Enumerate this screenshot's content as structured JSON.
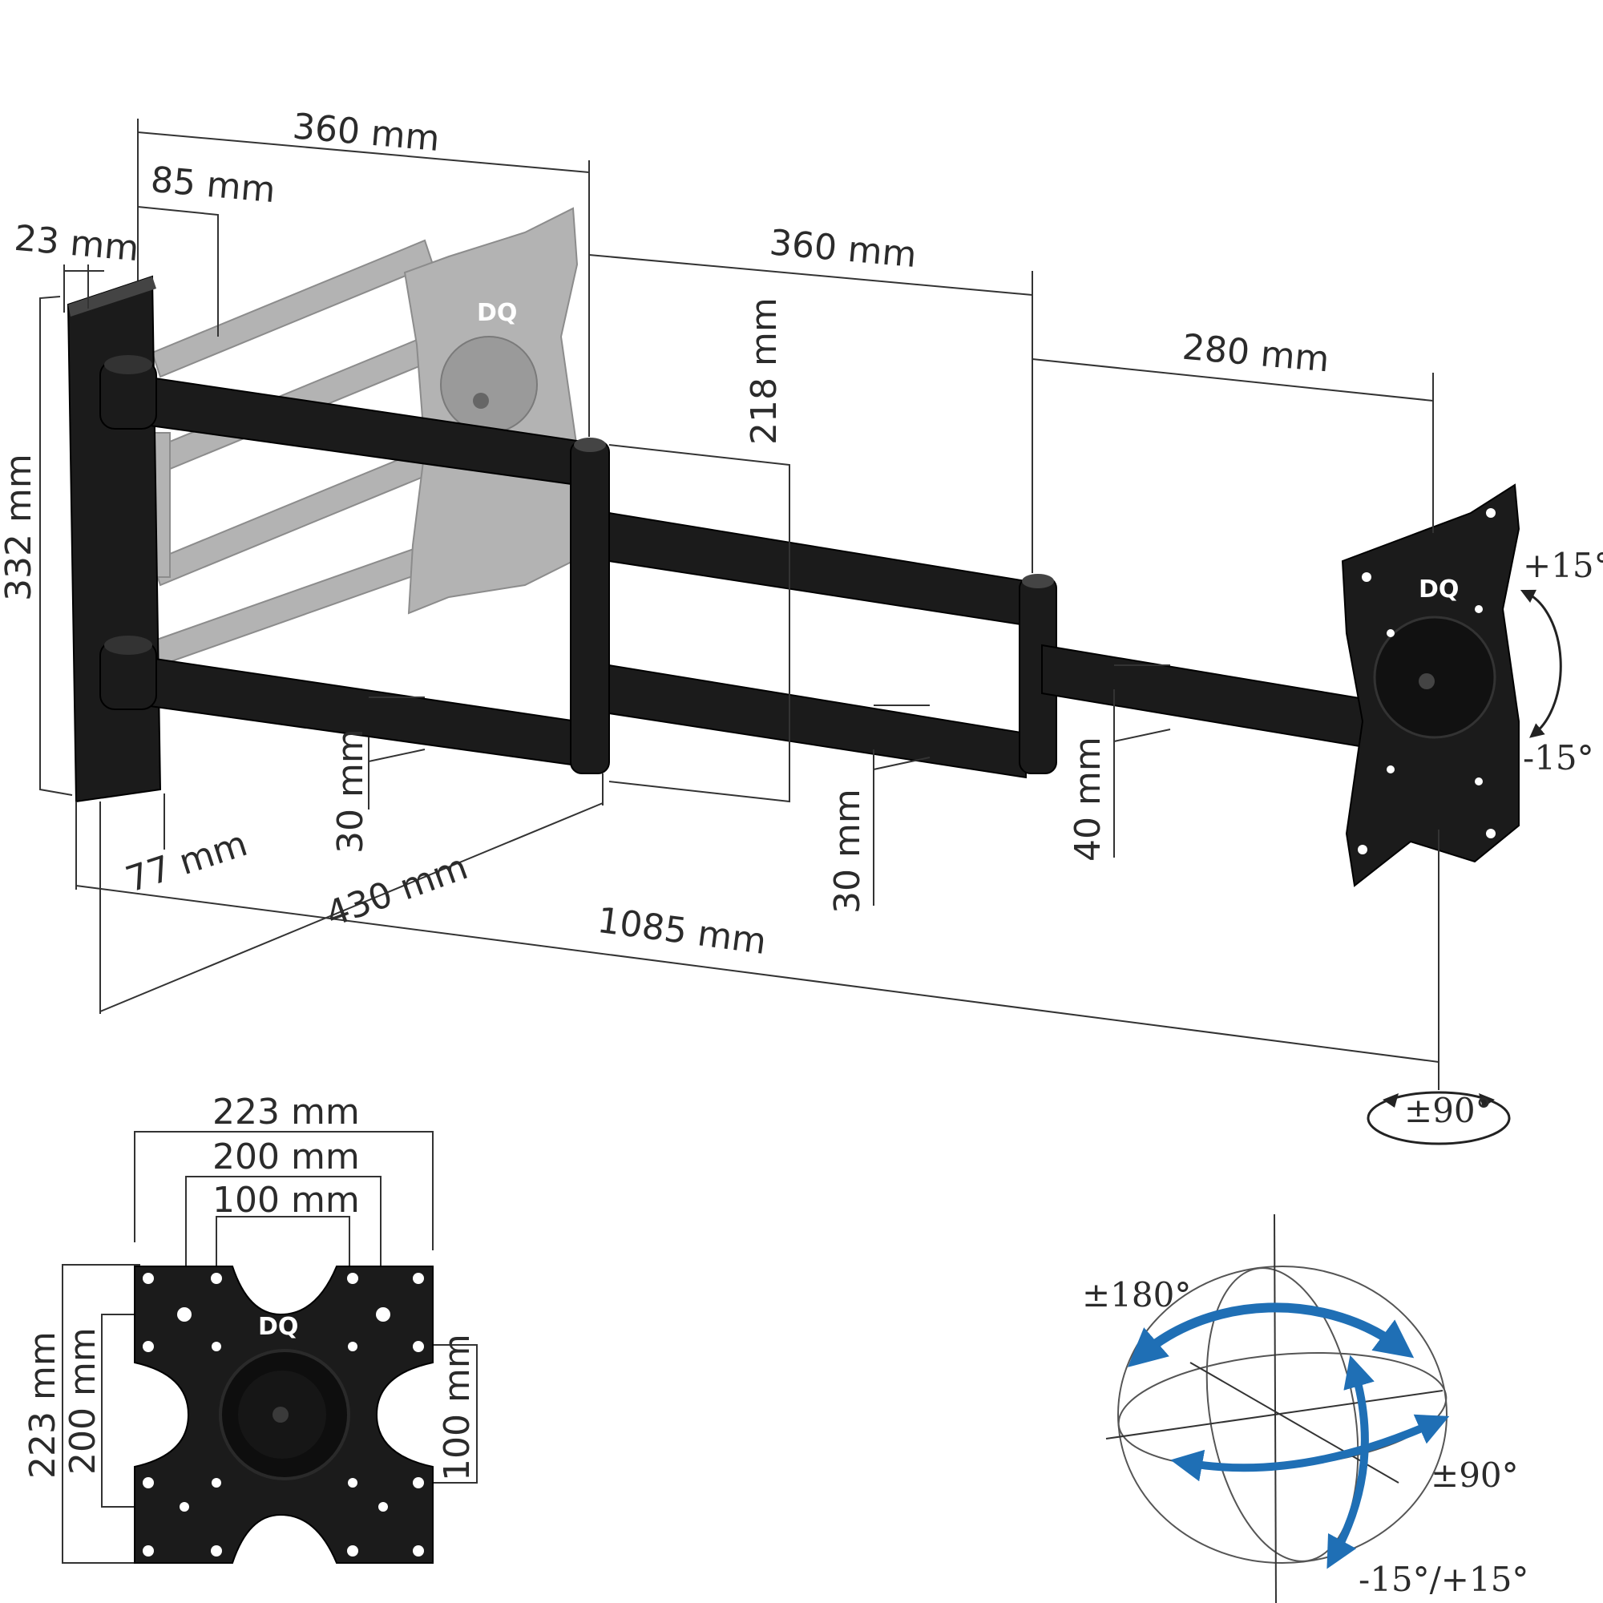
{
  "logo": {
    "brand": "DQ"
  },
  "dimensions": {
    "arm1_length": "360 mm",
    "arm2_length": "360 mm",
    "arm3_length": "280 mm",
    "bracket_offset": "85 mm",
    "plate_thickness": "23 mm",
    "plate_height": "332 mm",
    "plate_depth": "77 mm",
    "arm_spacing": "218 mm",
    "arm1_thickness": "30 mm",
    "arm2_thickness": "30 mm",
    "arm3_thickness": "40 mm",
    "folded_depth": "430 mm",
    "max_extension": "1085 mm"
  },
  "tilt": {
    "up": "+15°",
    "down": "-15°"
  },
  "swivel": {
    "label": "±90°"
  },
  "vesa": {
    "w223": "223 mm",
    "w200": "200 mm",
    "w100": "100 mm",
    "h223": "223 mm",
    "h200": "200 mm",
    "h100": "100 mm"
  },
  "motion": {
    "rotation": "±180°",
    "swivel": "±90°",
    "tilt": "-15°/+15°"
  },
  "colors": {
    "arm": "#1b1b1b",
    "ghost": "#b3b3b3",
    "arrow": "#1f6fb5"
  }
}
